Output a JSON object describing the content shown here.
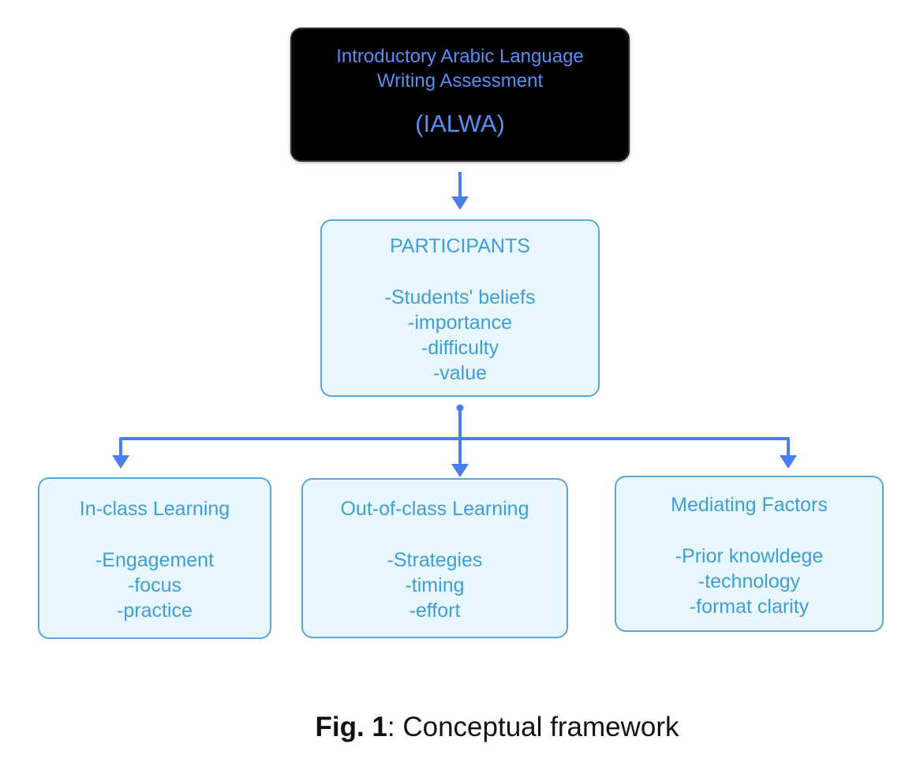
{
  "colors": {
    "connector": "#4a7ef0",
    "top_box_bg": "#000000",
    "top_box_text": "#5b8ef0",
    "box_bg": "#e8f6fd",
    "box_border": "#5aa6d6",
    "box_text": "#3f9fd4"
  },
  "top": {
    "title_lines": [
      "Introductory Arabic Language",
      "Writing Assessment"
    ],
    "acronym": "(IALWA)"
  },
  "participants": {
    "heading": "PARTICIPANTS",
    "items": [
      "-Students' beliefs",
      "-importance",
      "-difficulty",
      "-value"
    ]
  },
  "branches": [
    {
      "heading": "In-class Learning",
      "items": [
        "-Engagement",
        "-focus",
        "-practice"
      ]
    },
    {
      "heading": "Out-of-class Learning",
      "items": [
        "-Strategies",
        "-timing",
        "-effort"
      ]
    },
    {
      "heading": "Mediating Factors",
      "items": [
        "-Prior knowldege",
        "-technology",
        "-format clarity"
      ]
    }
  ],
  "caption": {
    "label": "Fig. 1",
    "text": ": Conceptual framework"
  }
}
